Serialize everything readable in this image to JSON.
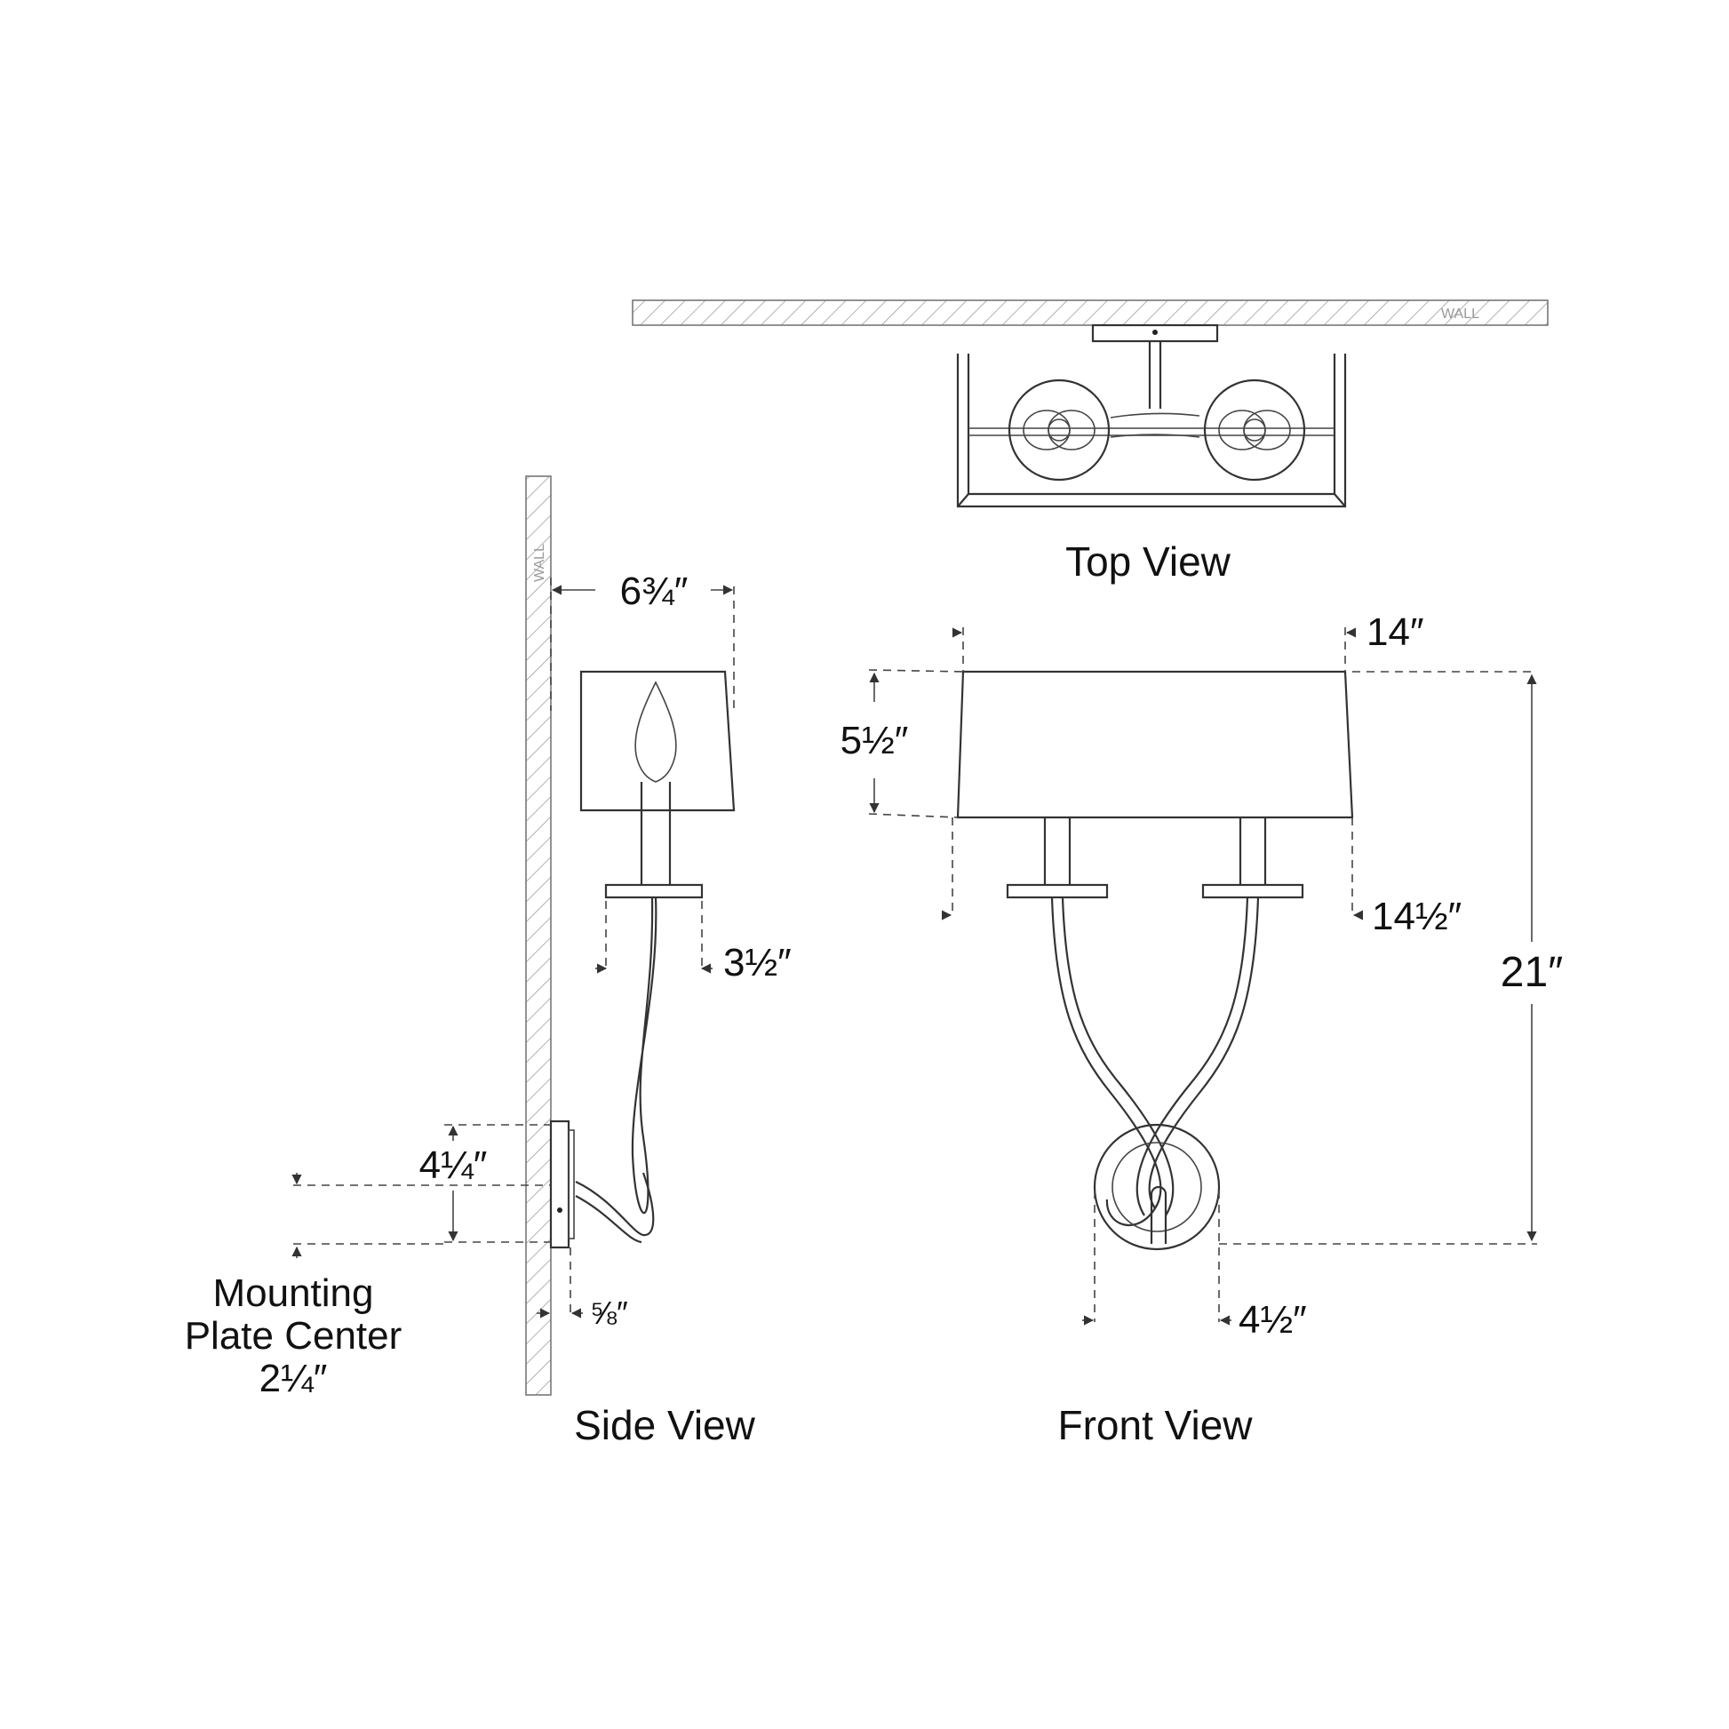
{
  "views": {
    "top": "Top View",
    "side": "Side View",
    "front": "Front View"
  },
  "wall_label": "WALL",
  "dimensions": {
    "side_depth": "6¾″",
    "side_cup": "3½″",
    "side_plate_height": "4¼″",
    "side_plate_depth": "⅝″",
    "mounting_line1": "Mounting",
    "mounting_line2": "Plate Center",
    "mounting_value": "2¼″",
    "front_shade_height": "5½″",
    "front_shade_top": "14″",
    "front_shade_bottom": "14½″",
    "front_total_height": "21″",
    "front_plate_width": "4½″"
  }
}
